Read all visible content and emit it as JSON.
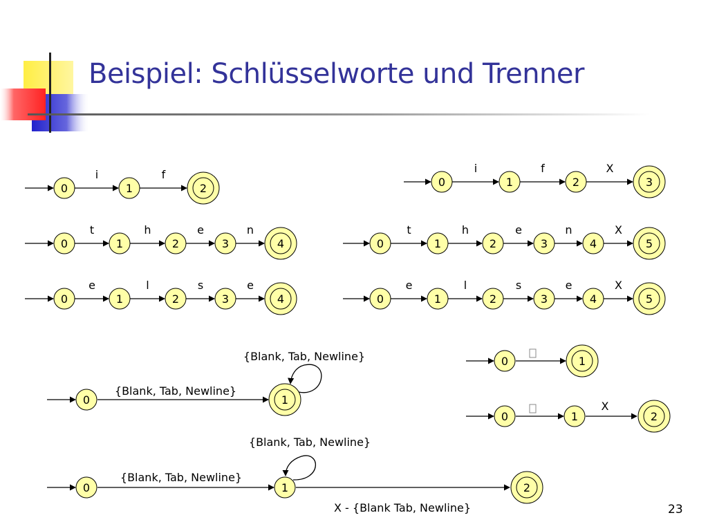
{
  "slide": {
    "title": "Beispiel: Schlüsselworte und Trenner",
    "page_number": "23",
    "colors": {
      "title": "#333399",
      "state_fill": "#ffffa8",
      "state_stroke": "#000000",
      "deco_yellow": "#ffee55",
      "deco_blue": "#3333cc",
      "deco_red": "#ff3333"
    }
  },
  "automata": [
    {
      "id": "if",
      "states": [
        "0",
        "1",
        "2"
      ],
      "accepting": [
        "2"
      ],
      "labels": [
        "i",
        "f"
      ]
    },
    {
      "id": "then",
      "states": [
        "0",
        "1",
        "2",
        "3",
        "4"
      ],
      "accepting": [
        "4"
      ],
      "labels": [
        "t",
        "h",
        "e",
        "n"
      ]
    },
    {
      "id": "else",
      "states": [
        "0",
        "1",
        "2",
        "3",
        "4"
      ],
      "accepting": [
        "4"
      ],
      "labels": [
        "e",
        "l",
        "s",
        "e"
      ]
    },
    {
      "id": "if-x",
      "states": [
        "0",
        "1",
        "2",
        "3"
      ],
      "accepting": [
        "3"
      ],
      "labels": [
        "i",
        "f",
        "X"
      ]
    },
    {
      "id": "then-x",
      "states": [
        "0",
        "1",
        "2",
        "3",
        "4",
        "5"
      ],
      "accepting": [
        "5"
      ],
      "labels": [
        "t",
        "h",
        "e",
        "n",
        "X"
      ]
    },
    {
      "id": "else-x",
      "states": [
        "0",
        "1",
        "2",
        "3",
        "4",
        "5"
      ],
      "accepting": [
        "5"
      ],
      "labels": [
        "e",
        "l",
        "s",
        "e",
        "X"
      ]
    },
    {
      "id": "ws",
      "states": [
        "0",
        "1"
      ],
      "accepting": [
        "1"
      ],
      "labels": [
        "{Blank, Tab, Newline}",
        "{Blank, Tab, Newline}"
      ]
    },
    {
      "id": "ws-x",
      "states": [
        "0",
        "1",
        "2"
      ],
      "accepting": [
        "2"
      ],
      "labels": [
        "{Blank, Tab, Newline}",
        "{Blank, Tab, Newline}",
        "X - {Blank Tab, Newline}"
      ]
    },
    {
      "id": "sym",
      "states": [
        "0",
        "1"
      ],
      "accepting": [
        "1"
      ],
      "labels": [
        "�"
      ]
    },
    {
      "id": "sym-x",
      "states": [
        "0",
        "1",
        "2"
      ],
      "accepting": [
        "2"
      ],
      "labels": [
        "�",
        "X"
      ]
    }
  ]
}
